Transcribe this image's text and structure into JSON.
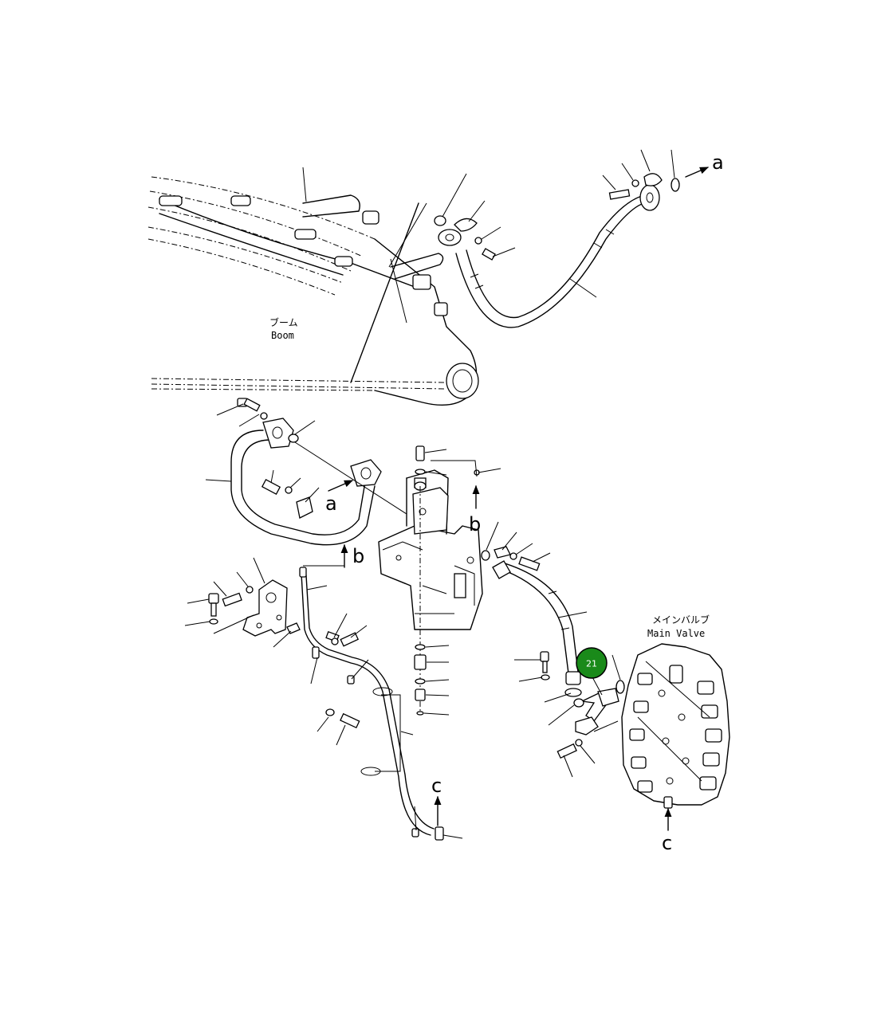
{
  "labels": {
    "boom_jp": "ブーム",
    "boom_en": "Boom",
    "main_valve_jp": "メインバルブ",
    "main_valve_en": "Main Valve"
  },
  "arrow_labels": {
    "a_top": "a",
    "a_mid": "a",
    "b_right": "b",
    "b_left": "b",
    "c_left": "c",
    "c_right": "c"
  },
  "callout": {
    "number": "21",
    "color": "#1a8a1a"
  }
}
